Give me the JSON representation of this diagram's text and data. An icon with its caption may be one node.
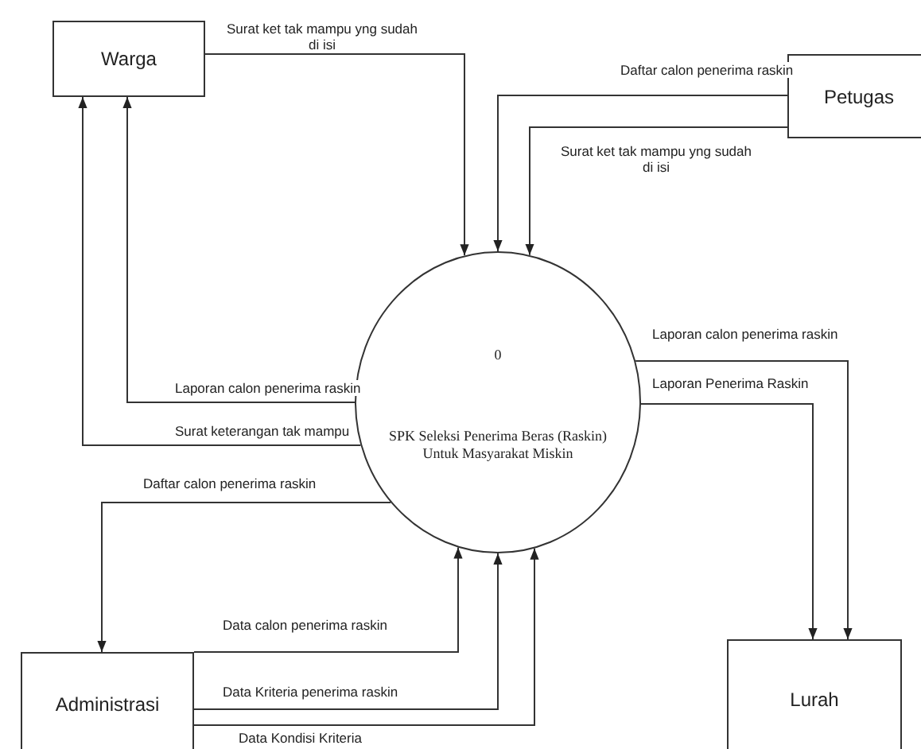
{
  "diagram": {
    "nodes": [
      {
        "text": [
          "Warga"
        ]
      },
      {
        "text": [
          "Petugas"
        ]
      },
      {
        "text": [
          "0",
          "SPK Seleksi Penerima Beras  (Raskin) Untuk Masyarakat Miskin"
        ]
      },
      {
        "text": [
          "Administrasi"
        ]
      },
      {
        "text": [
          "Lurah"
        ]
      }
    ],
    "edges": [
      {
        "from": 0,
        "to": 2,
        "arrow": "to",
        "label": "Surat ket tak mampu yng sudah di isi"
      },
      {
        "from": 1,
        "to": 2,
        "arrow": "to",
        "label": "Daftar calon penerima raskin"
      },
      {
        "from": 1,
        "to": 2,
        "arrow": "to",
        "label": "Surat ket tak mampu yng sudah di isi"
      },
      {
        "from": 2,
        "to": 0,
        "arrow": "to",
        "label": "Laporan calon penerima raskin"
      },
      {
        "from": 2,
        "to": 0,
        "arrow": "to",
        "label": "Surat keterangan tak mampu"
      },
      {
        "from": 2,
        "to": 3,
        "arrow": "to",
        "label": "Daftar calon penerima raskin"
      },
      {
        "from": 3,
        "to": 2,
        "arrow": "to",
        "label": "Data calon penerima raskin"
      },
      {
        "from": 3,
        "to": 2,
        "arrow": "to",
        "label": "Data Kriteria penerima raskin"
      },
      {
        "from": 3,
        "to": 2,
        "arrow": "to",
        "label": "Data Kondisi Kriteria"
      },
      {
        "from": 2,
        "to": 4,
        "arrow": "to",
        "label": "Laporan calon penerima raskin"
      },
      {
        "from": 2,
        "to": 4,
        "arrow": "to",
        "label": "Laporan Penerima Raskin"
      }
    ]
  }
}
